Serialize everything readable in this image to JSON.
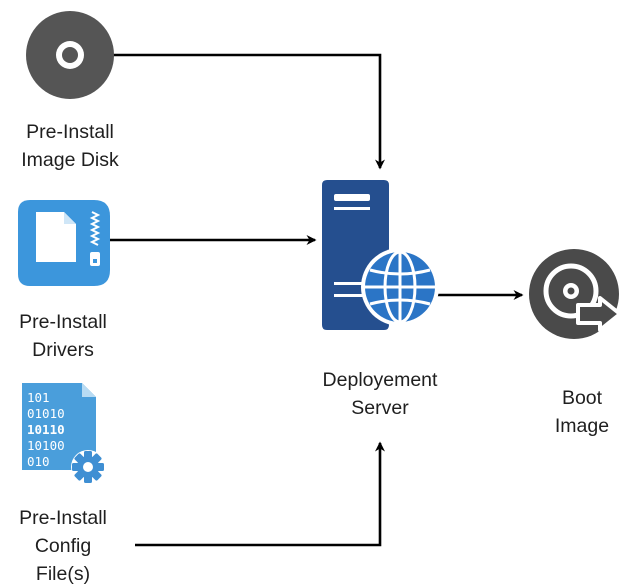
{
  "nodes": {
    "image_disk": {
      "label_lines": [
        "Pre-Install",
        "Image Disk"
      ],
      "icon": "cd-disc-icon",
      "color": "#555555"
    },
    "drivers": {
      "label_lines": [
        "Pre-Install",
        "Drivers"
      ],
      "icon": "zip-file-icon",
      "color": "#3c96dc"
    },
    "config": {
      "label_lines": [
        "Pre-Install",
        "Config",
        "File(s)"
      ],
      "icon": "binary-file-gear-icon",
      "color": "#4a9edb"
    },
    "server": {
      "label_lines": [
        "Deployement",
        "Server"
      ],
      "icon": "web-server-globe-icon",
      "color": "#254f8f",
      "globe_color": "#2b75c6"
    },
    "boot_image": {
      "label_lines": [
        "Boot",
        "Image"
      ],
      "icon": "disc-export-icon",
      "color": "#4a4a4a"
    }
  },
  "edges": [
    {
      "from": "image_disk",
      "to": "server"
    },
    {
      "from": "drivers",
      "to": "server"
    },
    {
      "from": "config",
      "to": "server"
    },
    {
      "from": "server",
      "to": "boot_image"
    }
  ],
  "line_color": "#000000"
}
